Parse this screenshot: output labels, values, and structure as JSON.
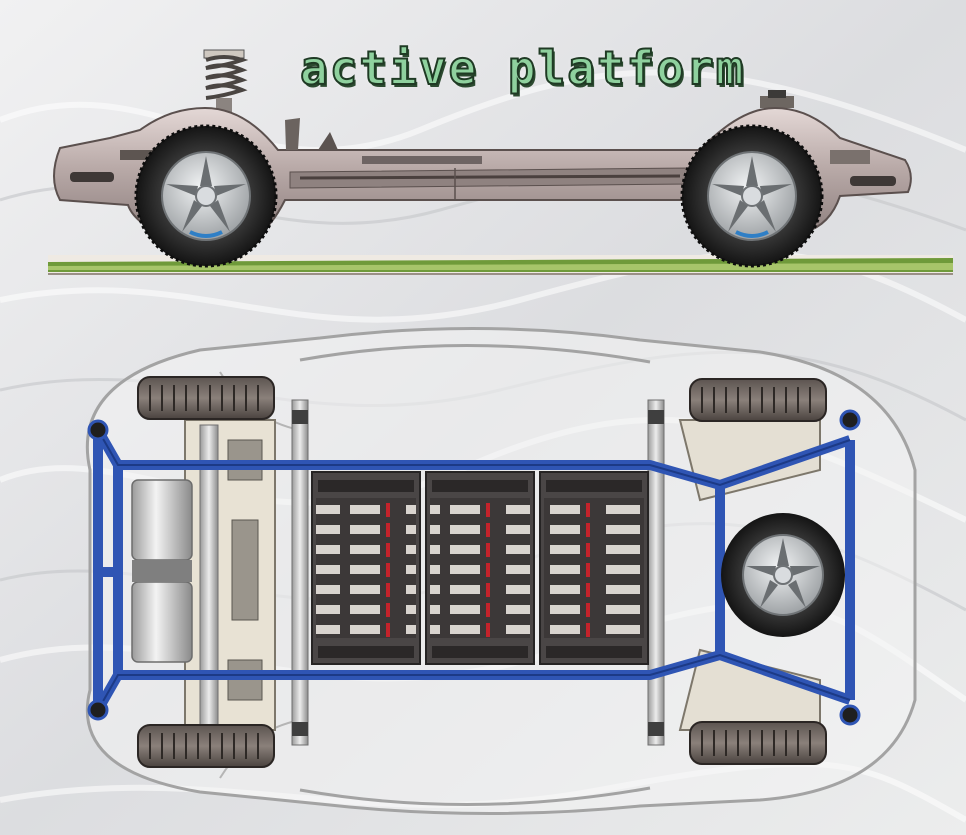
{
  "title": "active platform",
  "colors": {
    "frame": "#2f55b4",
    "body_silver": "#b9aaa8",
    "tire": "#262626",
    "rim": "#bfc3c6",
    "grass": "#6f9a3a",
    "title_green": "#8fd19e",
    "battery_case": "#4a4646",
    "battery_accent": "#c4232b"
  },
  "components": {
    "side_view": {
      "wheels": 2,
      "spring_visible": true
    },
    "top_view": {
      "frame_color": "blue",
      "battery_packs": 3,
      "battery_rows_per_pack": 7,
      "road_wheels": 4,
      "spare_wheel": true,
      "fuel_tanks": 2
    }
  }
}
